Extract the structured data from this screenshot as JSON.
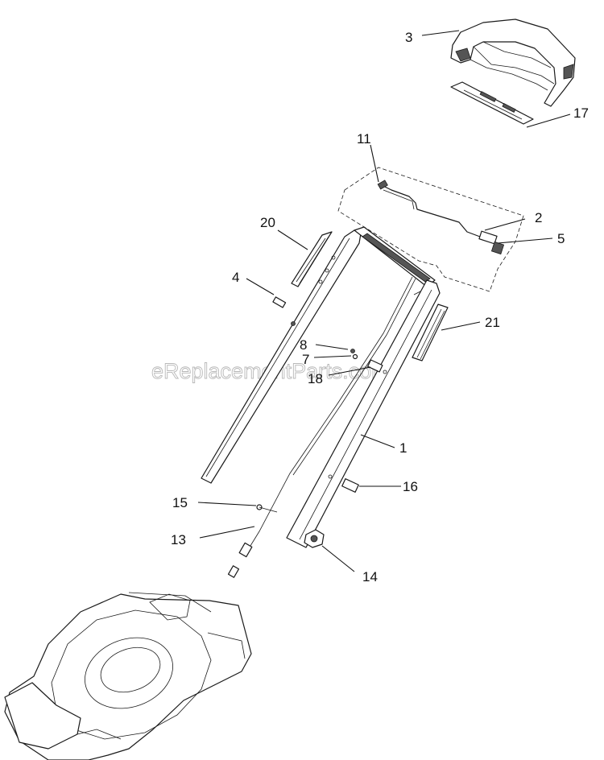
{
  "watermark": "eReplacementParts.com",
  "callouts": [
    {
      "id": "3",
      "label": "3"
    },
    {
      "id": "17",
      "label": "17"
    },
    {
      "id": "11",
      "label": "11"
    },
    {
      "id": "20",
      "label": "20"
    },
    {
      "id": "2",
      "label": "2"
    },
    {
      "id": "5",
      "label": "5"
    },
    {
      "id": "4",
      "label": "4"
    },
    {
      "id": "21",
      "label": "21"
    },
    {
      "id": "8",
      "label": "8"
    },
    {
      "id": "7",
      "label": "7"
    },
    {
      "id": "18",
      "label": "18"
    },
    {
      "id": "1",
      "label": "1"
    },
    {
      "id": "16",
      "label": "16"
    },
    {
      "id": "15",
      "label": "15"
    },
    {
      "id": "13",
      "label": "13"
    },
    {
      "id": "14",
      "label": "14"
    }
  ]
}
